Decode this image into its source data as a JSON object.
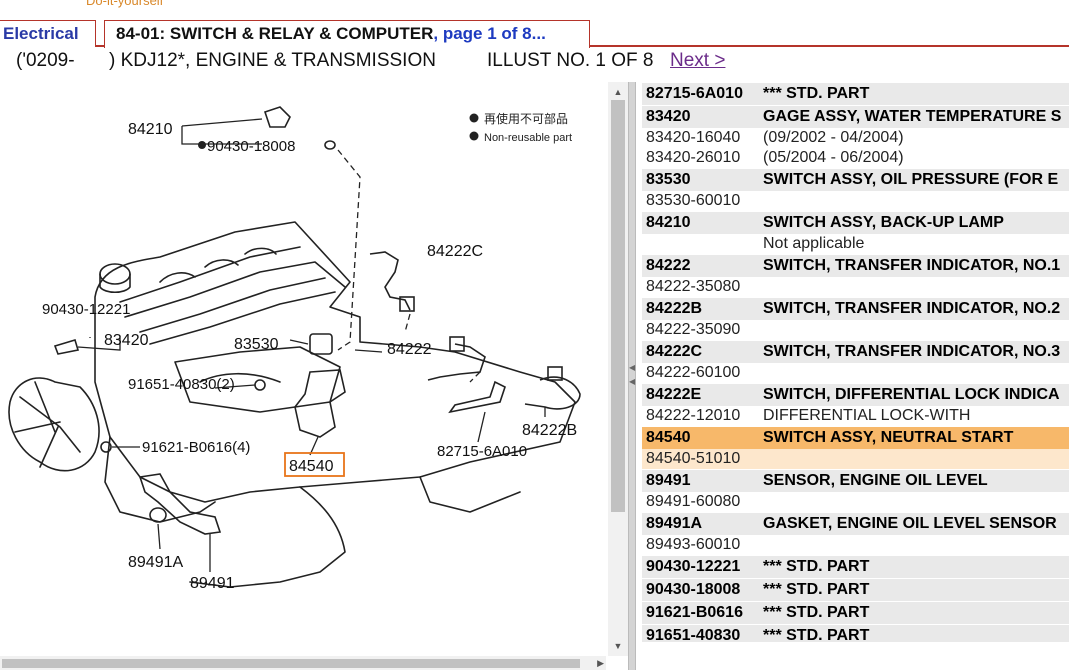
{
  "site_tag": "Do-it-yourself",
  "tabs": {
    "electrical": "Electrical",
    "active_title": "84-01: SWITCH & RELAY & COMPUTER",
    "active_page": ", page 1 of 8..."
  },
  "subtitle": {
    "period": "('0209-",
    "model": ") KDJ12*, ENGINE & TRANSMISSION",
    "illust": "ILLUST NO. 1 OF 8",
    "next_label": "Next >"
  },
  "legend": {
    "non_reusable_jp": "再使用不可部品",
    "non_reusable_en": "Non-reusable part"
  },
  "callouts": {
    "c84210": "84210",
    "c90430_18008": "90430-18008",
    "c84222C": "84222C",
    "c90430_12221": "90430-12221",
    "c83420": "83420",
    "c83530": "83530",
    "c84222": "84222",
    "c91651": "91651-40830(2)",
    "c84222B": "84222B",
    "c91621": "91621-B0616(4)",
    "c82715": "82715-6A010",
    "c84540": "84540",
    "c89491A": "89491A",
    "c89491": "89491"
  },
  "parts": [
    {
      "type": "main",
      "pn": "82715-6A010",
      "desc": "*** STD. PART"
    },
    {
      "type": "main",
      "pn": "83420",
      "desc": "GAGE ASSY, WATER TEMPERATURE S"
    },
    {
      "type": "sub",
      "pn": "83420-16040",
      "desc": "(09/2002 - 04/2004)"
    },
    {
      "type": "sub",
      "pn": "83420-26010",
      "desc": "(05/2004 - 06/2004)"
    },
    {
      "type": "main",
      "pn": "83530",
      "desc": "SWITCH ASSY, OIL PRESSURE (FOR E"
    },
    {
      "type": "sub",
      "pn": "83530-60010",
      "desc": ""
    },
    {
      "type": "main",
      "pn": "84210",
      "desc": "SWITCH ASSY, BACK-UP LAMP"
    },
    {
      "type": "sub",
      "pn": "",
      "desc": "Not applicable"
    },
    {
      "type": "main",
      "pn": "84222",
      "desc": "SWITCH, TRANSFER INDICATOR, NO.1"
    },
    {
      "type": "sub",
      "pn": "84222-35080",
      "desc": ""
    },
    {
      "type": "main",
      "pn": "84222B",
      "desc": "SWITCH, TRANSFER INDICATOR, NO.2"
    },
    {
      "type": "sub",
      "pn": "84222-35090",
      "desc": ""
    },
    {
      "type": "main",
      "pn": "84222C",
      "desc": "SWITCH, TRANSFER INDICATOR, NO.3"
    },
    {
      "type": "sub",
      "pn": "84222-60100",
      "desc": ""
    },
    {
      "type": "main",
      "pn": "84222E",
      "desc": "SWITCH, DIFFERENTIAL LOCK INDICA"
    },
    {
      "type": "sub",
      "pn": "84222-12010",
      "desc": "DIFFERENTIAL LOCK-WITH"
    },
    {
      "type": "main",
      "pn": "84540",
      "desc": "SWITCH ASSY, NEUTRAL START",
      "selected": true
    },
    {
      "type": "sub",
      "pn": "84540-51010",
      "desc": "",
      "selected": true
    },
    {
      "type": "main",
      "pn": "89491",
      "desc": "SENSOR, ENGINE OIL LEVEL"
    },
    {
      "type": "sub",
      "pn": "89491-60080",
      "desc": ""
    },
    {
      "type": "main",
      "pn": "89491A",
      "desc": "GASKET, ENGINE OIL LEVEL SENSOR"
    },
    {
      "type": "sub",
      "pn": "89493-60010",
      "desc": ""
    },
    {
      "type": "main",
      "pn": "90430-12221",
      "desc": "*** STD. PART"
    },
    {
      "type": "main",
      "pn": "90430-18008",
      "desc": "*** STD. PART"
    },
    {
      "type": "main",
      "pn": "91621-B0616",
      "desc": "*** STD. PART"
    },
    {
      "type": "main",
      "pn": "91651-40830",
      "desc": "*** STD. PART"
    }
  ],
  "colors": {
    "accent_red": "#b5342a",
    "link_blue": "#1d3ac0",
    "selected_row": "#f7b86a",
    "selected_sub_row": "#fde7cc",
    "highlight_box": "#e8741a"
  },
  "icons": {
    "scroll_up": "triangle-up-icon",
    "scroll_down": "triangle-down-icon",
    "scroll_right": "triangle-right-icon",
    "splitter_grip": "triangle-left-icon"
  }
}
